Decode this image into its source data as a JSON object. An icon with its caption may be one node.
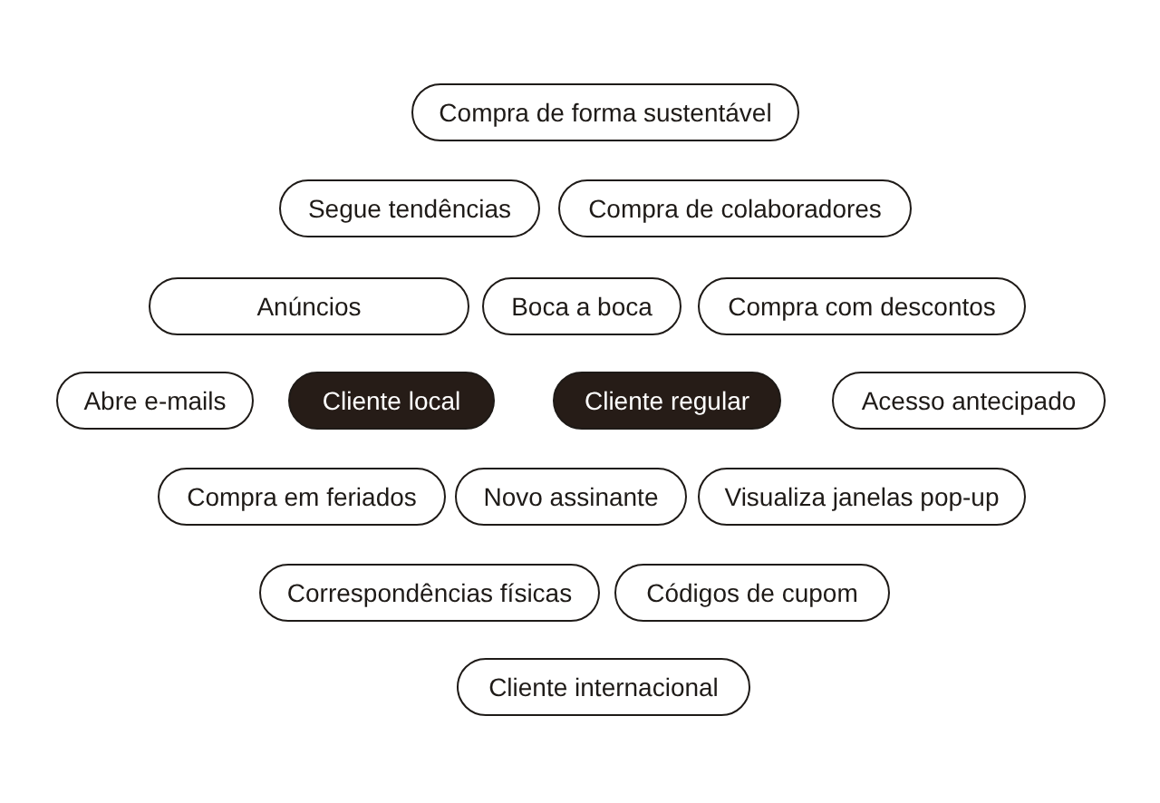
{
  "diagram": {
    "nodes": [
      {
        "text": [
          "Compra de forma sustentável"
        ]
      },
      {
        "text": [
          "Segue tendências"
        ]
      },
      {
        "text": [
          "Compra de colaboradores"
        ]
      },
      {
        "text": [
          "Anúncios"
        ]
      },
      {
        "text": [
          "Boca a boca"
        ]
      },
      {
        "text": [
          "Compra com descontos"
        ]
      },
      {
        "text": [
          "Abre e-mails"
        ]
      },
      {
        "text": [
          "Cliente local"
        ]
      },
      {
        "text": [
          "Cliente regular"
        ]
      },
      {
        "text": [
          "Acesso antecipado"
        ]
      },
      {
        "text": [
          "Compra em feriados"
        ]
      },
      {
        "text": [
          "Novo assinante"
        ]
      },
      {
        "text": [
          "Visualiza janelas pop-up"
        ]
      },
      {
        "text": [
          "Correspondências físicas"
        ]
      },
      {
        "text": [
          "Códigos de cupom"
        ]
      },
      {
        "text": [
          "Cliente internacional"
        ]
      }
    ],
    "edges": []
  }
}
